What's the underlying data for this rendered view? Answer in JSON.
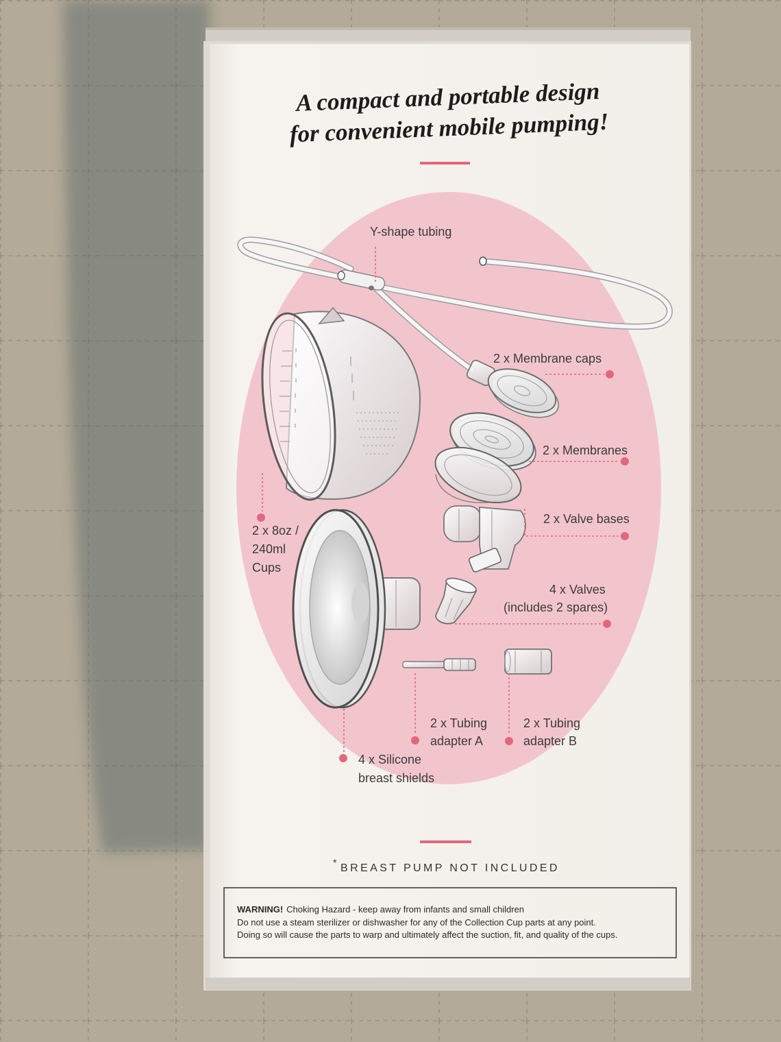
{
  "headline": {
    "line1": "A compact and portable design",
    "line2": "for convenient mobile pumping!"
  },
  "parts": {
    "y_tubing": "Y-shape tubing",
    "membrane_caps": "2 x Membrane caps",
    "membranes": "2 x Membranes",
    "valve_bases": "2 x Valve bases",
    "valves": [
      "4 x Valves",
      "(includes 2 spares)"
    ],
    "cups": [
      "2 x 8oz /",
      "240ml",
      "Cups"
    ],
    "adapter_a": [
      "2 x Tubing",
      "adapter A"
    ],
    "adapter_b": [
      "2 x Tubing",
      "adapter B"
    ],
    "shields": [
      "4 x Silicone",
      "breast shields"
    ]
  },
  "footnote": {
    "asterisk": "*",
    "text": "BREAST PUMP NOT INCLUDED"
  },
  "warning": {
    "label": "WARNING!",
    "line1": "Choking Hazard - keep away from infants and small children",
    "line2": "Do not use a steam sterilizer or dishwasher for any of the Collection Cup parts at any point.",
    "line3": "Doing so will cause the parts to warp and ultimately affect the suction, fit, and quality of the cups."
  },
  "colors": {
    "accent_pink": "#e2677d",
    "oval_pink": "#f2c5cc",
    "panel": "#f5f2ec",
    "fabric": "#b3aa97"
  }
}
